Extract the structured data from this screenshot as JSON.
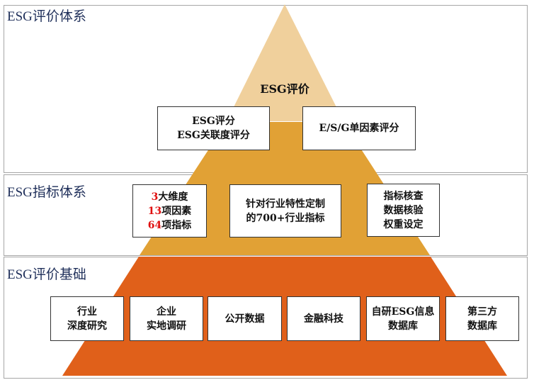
{
  "sections": {
    "top": {
      "title": "ESG评价体系"
    },
    "middle": {
      "title": "ESG指标体系"
    },
    "bottom": {
      "title": "ESG评价基础"
    }
  },
  "pyramid": {
    "apex_label": "ESG评价",
    "colors": {
      "top": "#f0d09c",
      "middle": "#e1a135",
      "bottom": "#e0601a"
    }
  },
  "top_boxes": [
    {
      "lines": [
        "ESG评分",
        "ESG关联度评分"
      ]
    },
    {
      "lines": [
        "E/S/G单因素评分"
      ]
    }
  ],
  "middle_boxes": {
    "dimensions": [
      {
        "num": "3",
        "text": "大维度"
      },
      {
        "num": "13",
        "text": "项因素"
      },
      {
        "num": "64",
        "text": "项指标"
      }
    ],
    "industry": [
      "针对行业特性定制",
      "的700+行业指标"
    ],
    "checks": [
      "指标核查",
      "数据核验",
      "权重设定"
    ]
  },
  "bottom_boxes": [
    {
      "lines": [
        "行业",
        "深度研究"
      ]
    },
    {
      "lines": [
        "企业",
        "实地调研"
      ]
    },
    {
      "lines": [
        "公开数据"
      ]
    },
    {
      "lines": [
        "金融科技"
      ]
    },
    {
      "lines": [
        "自研ESG信息",
        "数据库"
      ]
    },
    {
      "lines": [
        "第三方",
        "数据库"
      ]
    }
  ]
}
